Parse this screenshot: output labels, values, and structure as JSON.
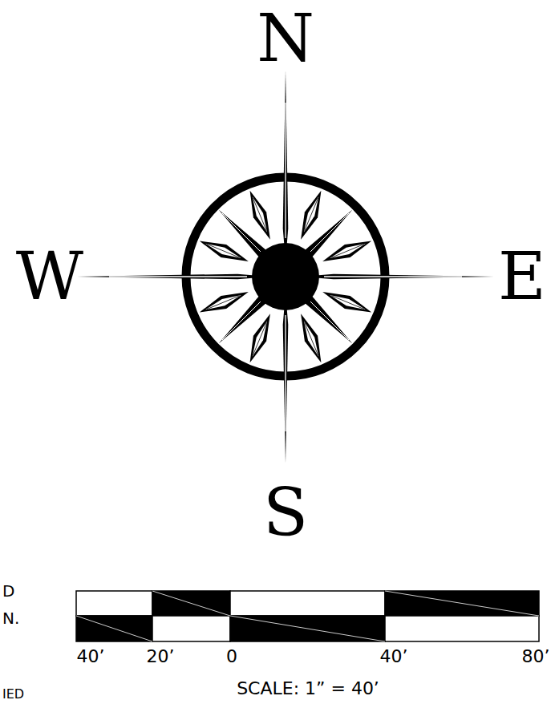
{
  "diagram": {
    "labels": [
      "N",
      "E",
      "S",
      "W",
      "40’",
      "20’",
      "0",
      "40’",
      "80’",
      "SCALE: 1” = 40’",
      "D",
      "N.",
      "IED"
    ]
  }
}
